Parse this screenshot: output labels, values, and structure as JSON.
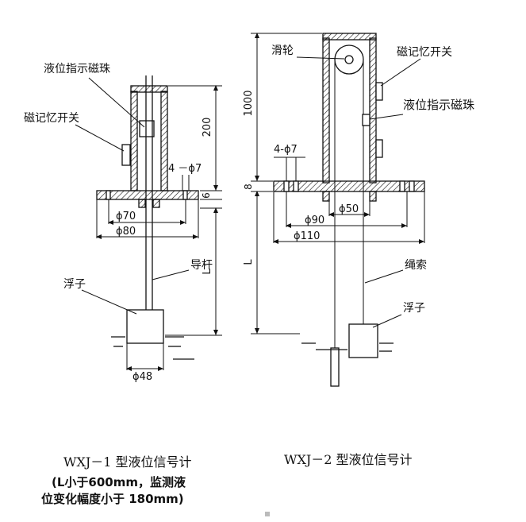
{
  "left": {
    "labels": {
      "bead": "液位指示磁珠",
      "switch": "磁记忆开关",
      "rod": "导杆",
      "float": "浮子"
    },
    "dims": {
      "h200": "200",
      "holes": "4 －ϕ7",
      "t6": "6",
      "d70": "ϕ70",
      "d80": "ϕ80",
      "L": "L",
      "d48": "ϕ48"
    },
    "caption": "WXJ－1 型液位信号计",
    "note_line1": "(L小于600mm，监测液",
    "note_line2": "位变化幅度小于 180mm)"
  },
  "right": {
    "labels": {
      "pulley": "滑轮",
      "switch": "磁记忆开关",
      "bead": "液位指示磁珠",
      "rope": "绳索",
      "float": "浮子"
    },
    "dims": {
      "h1000": "1000",
      "holes": "4-ϕ7",
      "t8": "8",
      "d50": "ϕ50",
      "d90": "ϕ90",
      "d110": "ϕ110",
      "L": "L"
    },
    "caption": "WXJ－2 型液位信号计"
  }
}
